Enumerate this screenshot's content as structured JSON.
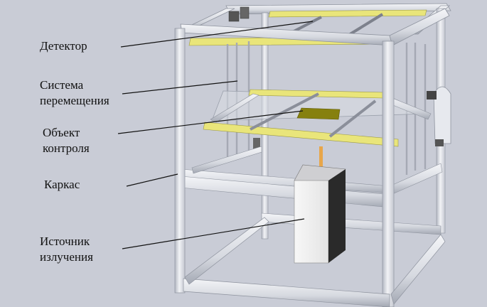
{
  "labels": {
    "detector": "Детектор",
    "motion_system": "Система\nперемещения",
    "test_object": "Объект\nконтроля",
    "frame": "Каркас",
    "radiation_source": "Источник\nизлучения"
  },
  "colors": {
    "background": "#c9ccd6",
    "frame_light": "#eef0f4",
    "frame_shadow": "#9a9fab",
    "rail_yellow": "#e9e57a",
    "object_olive": "#86800e",
    "beam_orange": "#e8a64a",
    "source_body": "#f1f1f1",
    "source_shadow": "#2a2a2a",
    "leader_line": "#111111"
  }
}
